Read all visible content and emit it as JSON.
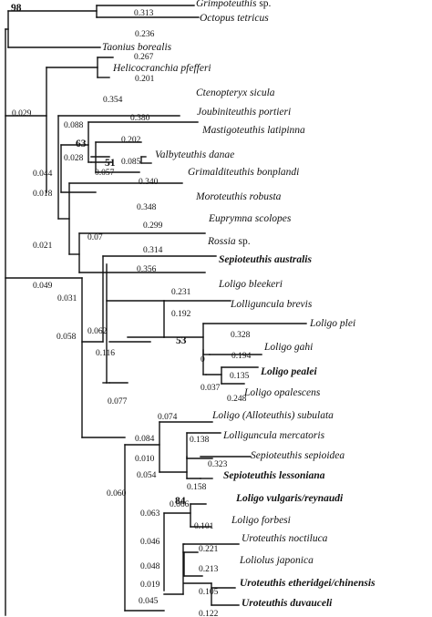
{
  "taxa": [
    {
      "id": "t01",
      "genus": "Grimpoteuthis",
      "rest": " sp.",
      "bold": false
    },
    {
      "id": "t02",
      "genus": "Octopus tetricus",
      "rest": "",
      "bold": false
    },
    {
      "id": "t03",
      "genus": "Taonius borealis",
      "rest": "",
      "bold": false
    },
    {
      "id": "t04",
      "genus": "Helicocranchia pfefferi",
      "rest": "",
      "bold": false
    },
    {
      "id": "t05",
      "genus": "Ctenopteryx sicula",
      "rest": "",
      "bold": false
    },
    {
      "id": "t06",
      "genus": "Joubiniteuthis portieri",
      "rest": "",
      "bold": false
    },
    {
      "id": "t07",
      "genus": "Mastigoteuthis latipinna",
      "rest": "",
      "bold": false
    },
    {
      "id": "t08",
      "genus": "Valbyteuthis danae",
      "rest": "",
      "bold": false
    },
    {
      "id": "t09",
      "genus": "Grimalditeuthis bonplandi",
      "rest": "",
      "bold": false
    },
    {
      "id": "t10",
      "genus": "Moroteuthis robusta",
      "rest": "",
      "bold": false
    },
    {
      "id": "t11",
      "genus": "Euprymna scolopes",
      "rest": "",
      "bold": false
    },
    {
      "id": "t12",
      "genus": "Rossia",
      "rest": " sp.",
      "bold": false
    },
    {
      "id": "t13",
      "genus": "Sepioteuthis australis",
      "rest": "",
      "bold": true
    },
    {
      "id": "t14",
      "genus": "Loligo bleekeri",
      "rest": "",
      "bold": false
    },
    {
      "id": "t15",
      "genus": "Lolliguncula brevis",
      "rest": "",
      "bold": false
    },
    {
      "id": "t16",
      "genus": "Loligo plei",
      "rest": "",
      "bold": false
    },
    {
      "id": "t17",
      "genus": "Loligo gahi",
      "rest": "",
      "bold": false
    },
    {
      "id": "t18",
      "genus": "Loligo pealei",
      "rest": "",
      "bold": true
    },
    {
      "id": "t19",
      "genus": "Loligo opalescens",
      "rest": "",
      "bold": false
    },
    {
      "id": "t20",
      "genus": "Loligo (Alloteuthis) subulata",
      "rest": "",
      "bold": false
    },
    {
      "id": "t21",
      "genus": "Lolliguncula mercatoris",
      "rest": "",
      "bold": false
    },
    {
      "id": "t22",
      "genus": "Sepioteuthis sepioidea",
      "rest": "",
      "bold": false
    },
    {
      "id": "t23",
      "genus": "Sepioteuthis lessoniana",
      "rest": "",
      "bold": true
    },
    {
      "id": "t24",
      "genus": "Loligo vulgaris/reynaudi",
      "rest": "",
      "bold": true
    },
    {
      "id": "t25",
      "genus": "Loligo forbesi",
      "rest": "",
      "bold": false
    },
    {
      "id": "t26",
      "genus": "Uroteuthis noctiluca",
      "rest": "",
      "bold": false
    },
    {
      "id": "t27",
      "genus": "Loliolus japonica",
      "rest": "",
      "bold": false
    },
    {
      "id": "t28",
      "genus": "Uroteuthis etheridgei/chinensis",
      "rest": "",
      "bold": true
    },
    {
      "id": "t29",
      "genus": "Uroteuthis duvauceli",
      "rest": "",
      "bold": true
    }
  ],
  "branch_lengths": [
    {
      "id": "b01",
      "value": "0.313"
    },
    {
      "id": "b02",
      "value": "0.236"
    },
    {
      "id": "b03",
      "value": "0.267"
    },
    {
      "id": "b04",
      "value": "0.201"
    },
    {
      "id": "b05",
      "value": "0.029"
    },
    {
      "id": "b06",
      "value": "0.354"
    },
    {
      "id": "b07",
      "value": "0.380"
    },
    {
      "id": "b08",
      "value": "0.088"
    },
    {
      "id": "b09",
      "value": "0.202"
    },
    {
      "id": "b10",
      "value": "0.028"
    },
    {
      "id": "b11",
      "value": "0.085"
    },
    {
      "id": "b12",
      "value": "0.057"
    },
    {
      "id": "b13",
      "value": "0.340"
    },
    {
      "id": "b14",
      "value": "0.044"
    },
    {
      "id": "b15",
      "value": "0.018"
    },
    {
      "id": "b16",
      "value": "0.348"
    },
    {
      "id": "b17",
      "value": "0.299"
    },
    {
      "id": "b18",
      "value": "0.07"
    },
    {
      "id": "b19",
      "value": "0.314"
    },
    {
      "id": "b20",
      "value": "0.021"
    },
    {
      "id": "b21",
      "value": "0.356"
    },
    {
      "id": "b22",
      "value": "0.049"
    },
    {
      "id": "b23",
      "value": "0.231"
    },
    {
      "id": "b24",
      "value": "0.031"
    },
    {
      "id": "b25",
      "value": "0.192"
    },
    {
      "id": "b26",
      "value": "0.062"
    },
    {
      "id": "b27",
      "value": "0.328"
    },
    {
      "id": "b28",
      "value": "0.116"
    },
    {
      "id": "b29",
      "value": "0"
    },
    {
      "id": "b30",
      "value": "0.194"
    },
    {
      "id": "b31",
      "value": "0.135"
    },
    {
      "id": "b32",
      "value": "0.037"
    },
    {
      "id": "b33",
      "value": "0.248"
    },
    {
      "id": "b34",
      "value": "0.058"
    },
    {
      "id": "b35",
      "value": "0.074"
    },
    {
      "id": "b36",
      "value": "0.077"
    },
    {
      "id": "b37",
      "value": "0.084"
    },
    {
      "id": "b38",
      "value": "0.138"
    },
    {
      "id": "b39",
      "value": "0.010"
    },
    {
      "id": "b40",
      "value": "0.323"
    },
    {
      "id": "b41",
      "value": "0.054"
    },
    {
      "id": "b42",
      "value": "0.158"
    },
    {
      "id": "b43",
      "value": "0.060"
    },
    {
      "id": "b44",
      "value": "0.066"
    },
    {
      "id": "b45",
      "value": "0.063"
    },
    {
      "id": "b46",
      "value": "0.101"
    },
    {
      "id": "b47",
      "value": "0.046"
    },
    {
      "id": "b48",
      "value": "0.221"
    },
    {
      "id": "b49",
      "value": "0.048"
    },
    {
      "id": "b50",
      "value": "0.213"
    },
    {
      "id": "b51",
      "value": "0.019"
    },
    {
      "id": "b52",
      "value": "0.105"
    },
    {
      "id": "b53",
      "value": "0.045"
    },
    {
      "id": "b54",
      "value": "0.122"
    }
  ],
  "bootstrap": [
    {
      "id": "s1",
      "value": "98"
    },
    {
      "id": "s2",
      "value": "63"
    },
    {
      "id": "s3",
      "value": "51"
    },
    {
      "id": "s4",
      "value": "53"
    },
    {
      "id": "s5",
      "value": "84"
    }
  ]
}
